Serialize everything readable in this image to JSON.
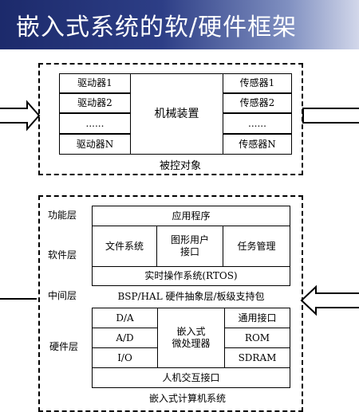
{
  "header": {
    "title": "嵌入式系统的软/硬件框架"
  },
  "controlled_object": {
    "left_items": [
      "驱动器1",
      "驱动器2",
      "......",
      "驱动器N"
    ],
    "center": "机械装置",
    "right_items": [
      "传感器1",
      "传感器2",
      "......",
      "传感器N"
    ],
    "caption": "被控对象"
  },
  "computer_system": {
    "layers": {
      "function": "功能层",
      "software": "软件层",
      "middle": "中间层",
      "hardware": "硬件层"
    },
    "application": "应用程序",
    "file_system": "文件系统",
    "gui": "图形用户\n接口",
    "task_mgmt": "任务管理",
    "rtos": "实时操作系统(RTOS)",
    "bsp": "BSP/HAL 硬件抽象层/板级支持包",
    "hw_left": [
      "D/A",
      "A/D",
      "I/O"
    ],
    "cpu": "嵌入式\n微处理器",
    "hw_right": [
      "通用接口",
      "ROM",
      "SDRAM"
    ],
    "hmi": "人机交互接口",
    "caption": "嵌入式计算机系统"
  }
}
